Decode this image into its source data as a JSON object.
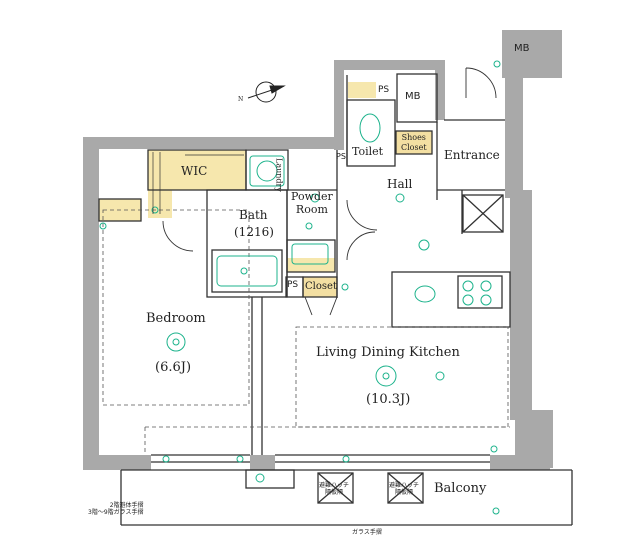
{
  "rooms": {
    "mb_top": "MB",
    "mb_inner": "MB",
    "ps_top": "PS",
    "ps_toilet": "PS",
    "ps_closet": "PS",
    "toilet": "Toilet",
    "shoes_closet": "Shoes\nCloset",
    "entrance": "Entrance",
    "hall": "Hall",
    "wic": "WIC",
    "laundry": "Laundry",
    "bath": "Bath",
    "bath_size": "(1216)",
    "powder_room": "Powder\nRoom",
    "closet": "Closet",
    "bedroom": "Bedroom",
    "bedroom_size": "(6.6J)",
    "ldk": "Living Dining Kitchen",
    "ldk_size": "(10.3J)",
    "balcony": "Balcony"
  },
  "notes": {
    "hatch_left": "避難ハッチ\n隔板隔",
    "hatch_right": "避難ハッチ\n隔板隔",
    "handrail": "2階避体手摺\n3階～9階ガラス手摺",
    "glass_handrail": "ガラス手摺"
  },
  "colors": {
    "wall": "#a9a9a9",
    "storage": "#f6e7ad",
    "closet_fill": "#f3dfa2",
    "fixture": "#1db38c",
    "line": "#333333"
  }
}
